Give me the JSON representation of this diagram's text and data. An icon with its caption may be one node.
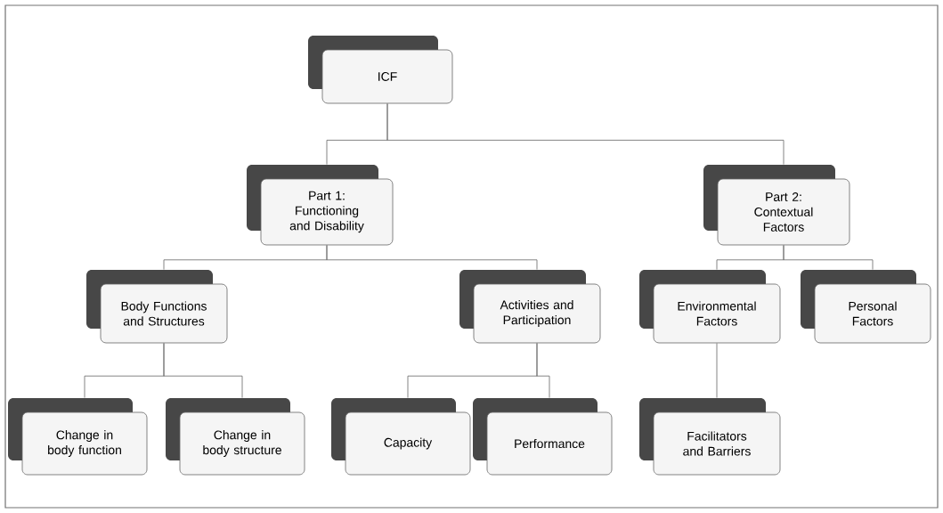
{
  "diagram": {
    "nodes": [
      {
        "text": [
          "ICF"
        ]
      },
      {
        "text": [
          "Part 1: Functioning and Disability"
        ]
      },
      {
        "text": [
          "Part 2: Contextual Factors"
        ]
      },
      {
        "text": [
          "Body Functions and Structures"
        ]
      },
      {
        "text": [
          "Activities and Participation"
        ]
      },
      {
        "text": [
          "Environmental Factors"
        ]
      },
      {
        "text": [
          "Personal Factors"
        ]
      },
      {
        "text": [
          "Change in body function"
        ]
      },
      {
        "text": [
          "Change in body structure"
        ]
      },
      {
        "text": [
          "Capacity"
        ]
      },
      {
        "text": [
          "Performance"
        ]
      },
      {
        "text": [
          "Facilitators and Barriers"
        ]
      }
    ],
    "edges": [
      {
        "from": 0,
        "to": 1,
        "arrow": "none"
      },
      {
        "from": 0,
        "to": 2,
        "arrow": "none"
      },
      {
        "from": 1,
        "to": 3,
        "arrow": "none"
      },
      {
        "from": 1,
        "to": 4,
        "arrow": "none"
      },
      {
        "from": 2,
        "to": 5,
        "arrow": "none"
      },
      {
        "from": 2,
        "to": 6,
        "arrow": "none"
      },
      {
        "from": 3,
        "to": 7,
        "arrow": "none"
      },
      {
        "from": 3,
        "to": 8,
        "arrow": "none"
      },
      {
        "from": 4,
        "to": 9,
        "arrow": "none"
      },
      {
        "from": 4,
        "to": 10,
        "arrow": "none"
      },
      {
        "from": 5,
        "to": 11,
        "arrow": "none"
      }
    ]
  }
}
